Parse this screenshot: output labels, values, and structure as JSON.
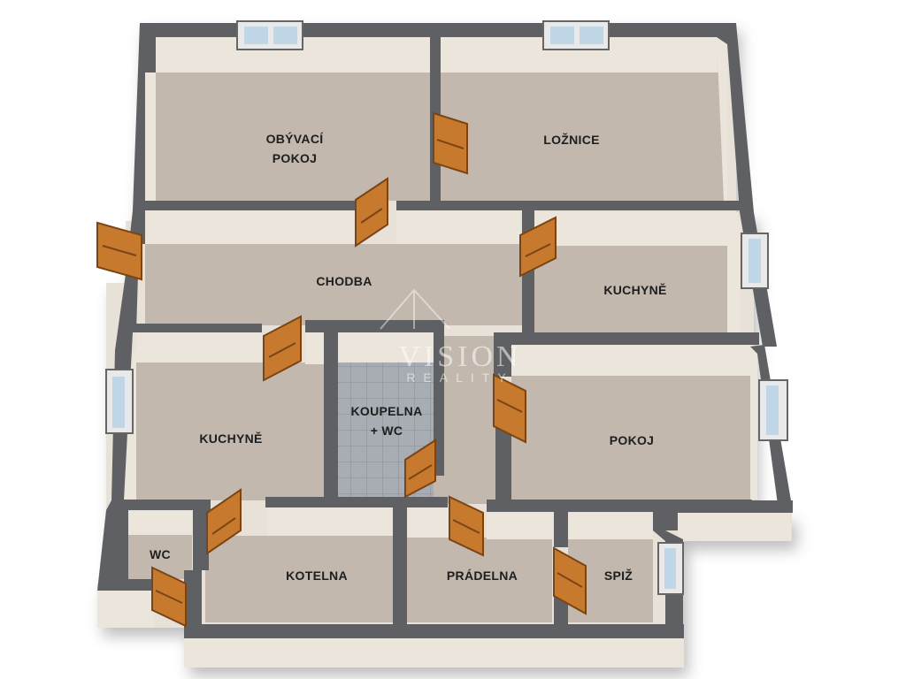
{
  "rooms": {
    "obyvaci_pokoj": "OBÝVACÍ\nPOKOJ",
    "loznice": "LOŽNICE",
    "chodba": "CHODBA",
    "kuchyne_right": "KUCHYNĚ",
    "kuchyne_left": "KUCHYNĚ",
    "koupelna": "KOUPELNA\n+ WC",
    "pokoj": "POKOJ",
    "wc": "WC",
    "kotelna": "KOTELNA",
    "pradelna": "PRÁDELNA",
    "spiz": "SPIŽ"
  },
  "watermark": {
    "line1": "VISION",
    "line2": "REALITY"
  },
  "colors": {
    "floor": "#c2b8ae",
    "wall_top": "#5f6063",
    "wall_face": "#ece6dd",
    "door": "#c77a2e",
    "tile": "#9aa0a6"
  }
}
